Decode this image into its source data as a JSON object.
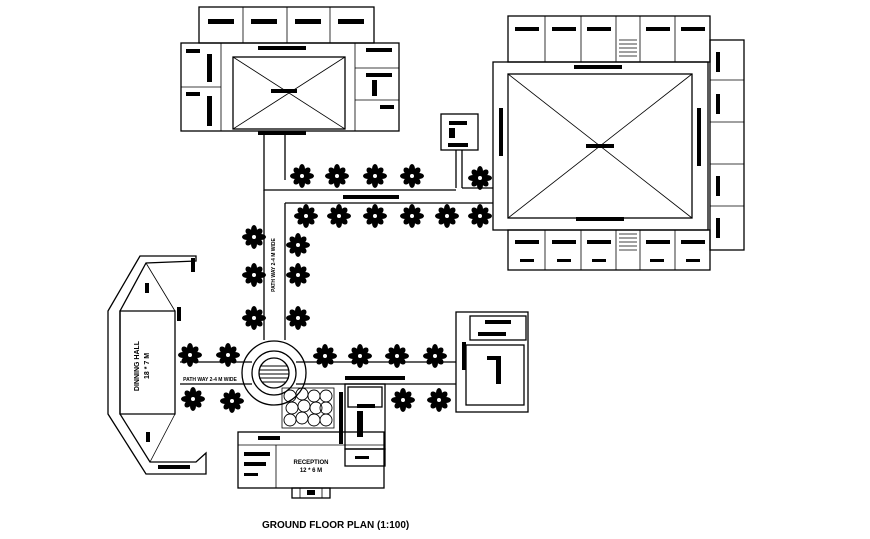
{
  "drawing": {
    "title": "GROUND FLOOR PLAN (1:100)",
    "labels": {
      "dinning_hall_name": "DINNING HALL",
      "dinning_hall_size": "18 * 7 M",
      "reception_name": "RECEPTION",
      "reception_size": "12 * 6 M",
      "pathway_vertical": "PATH WAY 2-4 M WIDE",
      "pathway_horizontal": "PATH WAY 2-4 M WIDE"
    }
  }
}
